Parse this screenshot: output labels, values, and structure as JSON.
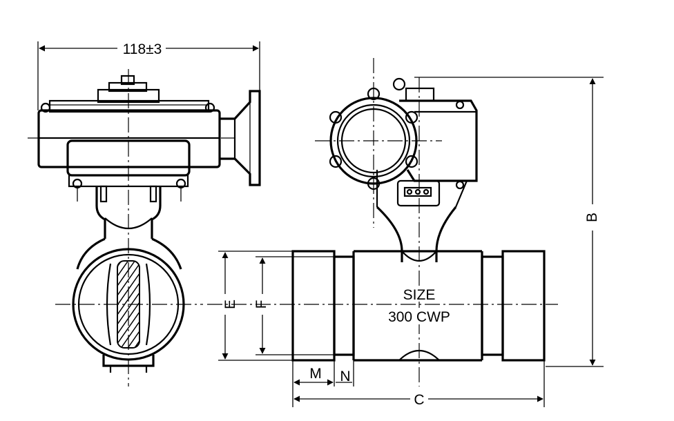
{
  "dimensions": {
    "width_label": "118±3",
    "height_label": "B",
    "length_label": "C",
    "outer_dia_label": "E",
    "groove_dia_label": "F",
    "groove_seat_label": "M",
    "groove_width_label": "N"
  },
  "body_text": {
    "line1": "SIZE",
    "line2": "300 CWP"
  }
}
